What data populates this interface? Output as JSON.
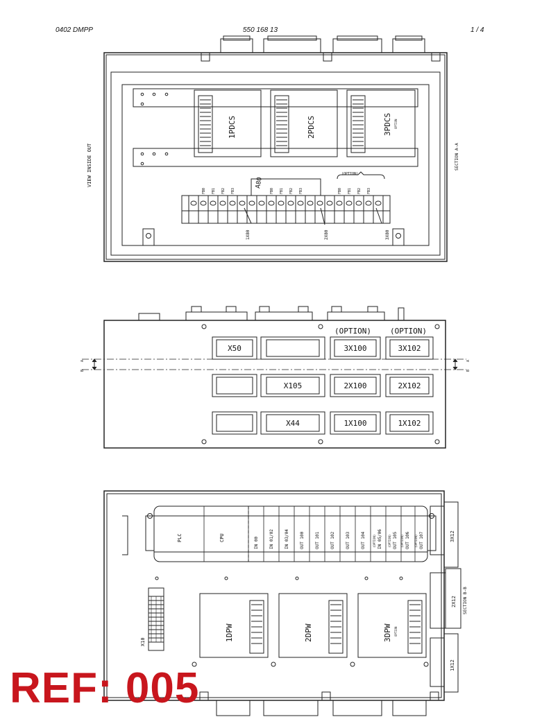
{
  "header": {
    "left": "0402 DMPP",
    "center": "550 168 13",
    "right": "1 /  4"
  },
  "top_view": {
    "side_label_left": "VIEW INSIDE OUT",
    "side_label_right": "SECTION A-A",
    "modules": [
      "1PDCS",
      "2PDCS",
      "3PDCS"
    ],
    "module_note": "OPTION",
    "option_bracket": "(OPTION)",
    "terminal_label": "A80",
    "strips": [
      {
        "label": "1X80",
        "fuses": [
          "FB0",
          "FB1",
          "FB2",
          "FB3"
        ]
      },
      {
        "label": "2X80",
        "fuses": [
          "FB0",
          "FB1",
          "FB2",
          "FB3"
        ]
      },
      {
        "label": "3X80",
        "fuses": [
          "FB0",
          "FB1",
          "FB2",
          "FB3"
        ]
      }
    ]
  },
  "middle_view": {
    "section_mark": "A",
    "section_mark_b": "B",
    "option_labels": [
      "(OPTION)",
      "(OPTION)"
    ],
    "rows": [
      [
        "X50",
        "",
        "3X100",
        "3X102"
      ],
      [
        "",
        "X105",
        "2X100",
        "2X102"
      ],
      [
        "",
        "X44",
        "1X100",
        "1X102"
      ]
    ]
  },
  "bottom_view": {
    "plc_slots": [
      "PLC",
      "CPU",
      "IN 00",
      "IN 01/02",
      "IN 03/04",
      "OUT 100",
      "OUT 101",
      "OUT 102",
      "OUT 103",
      "OUT 104",
      "IN 05/06",
      "OUT 105",
      "OUT 106",
      "OUT 107"
    ],
    "option_slot_note": "(OPTION)",
    "modules": [
      "1DPW",
      "2DPW",
      "3DPW"
    ],
    "module_note": "OPTION",
    "terminal_label": "X10",
    "side_connectors": [
      "3X12",
      "2X12",
      "1X12"
    ],
    "side_label_right": "SECTION B-B"
  },
  "watermark": "REF: 005"
}
